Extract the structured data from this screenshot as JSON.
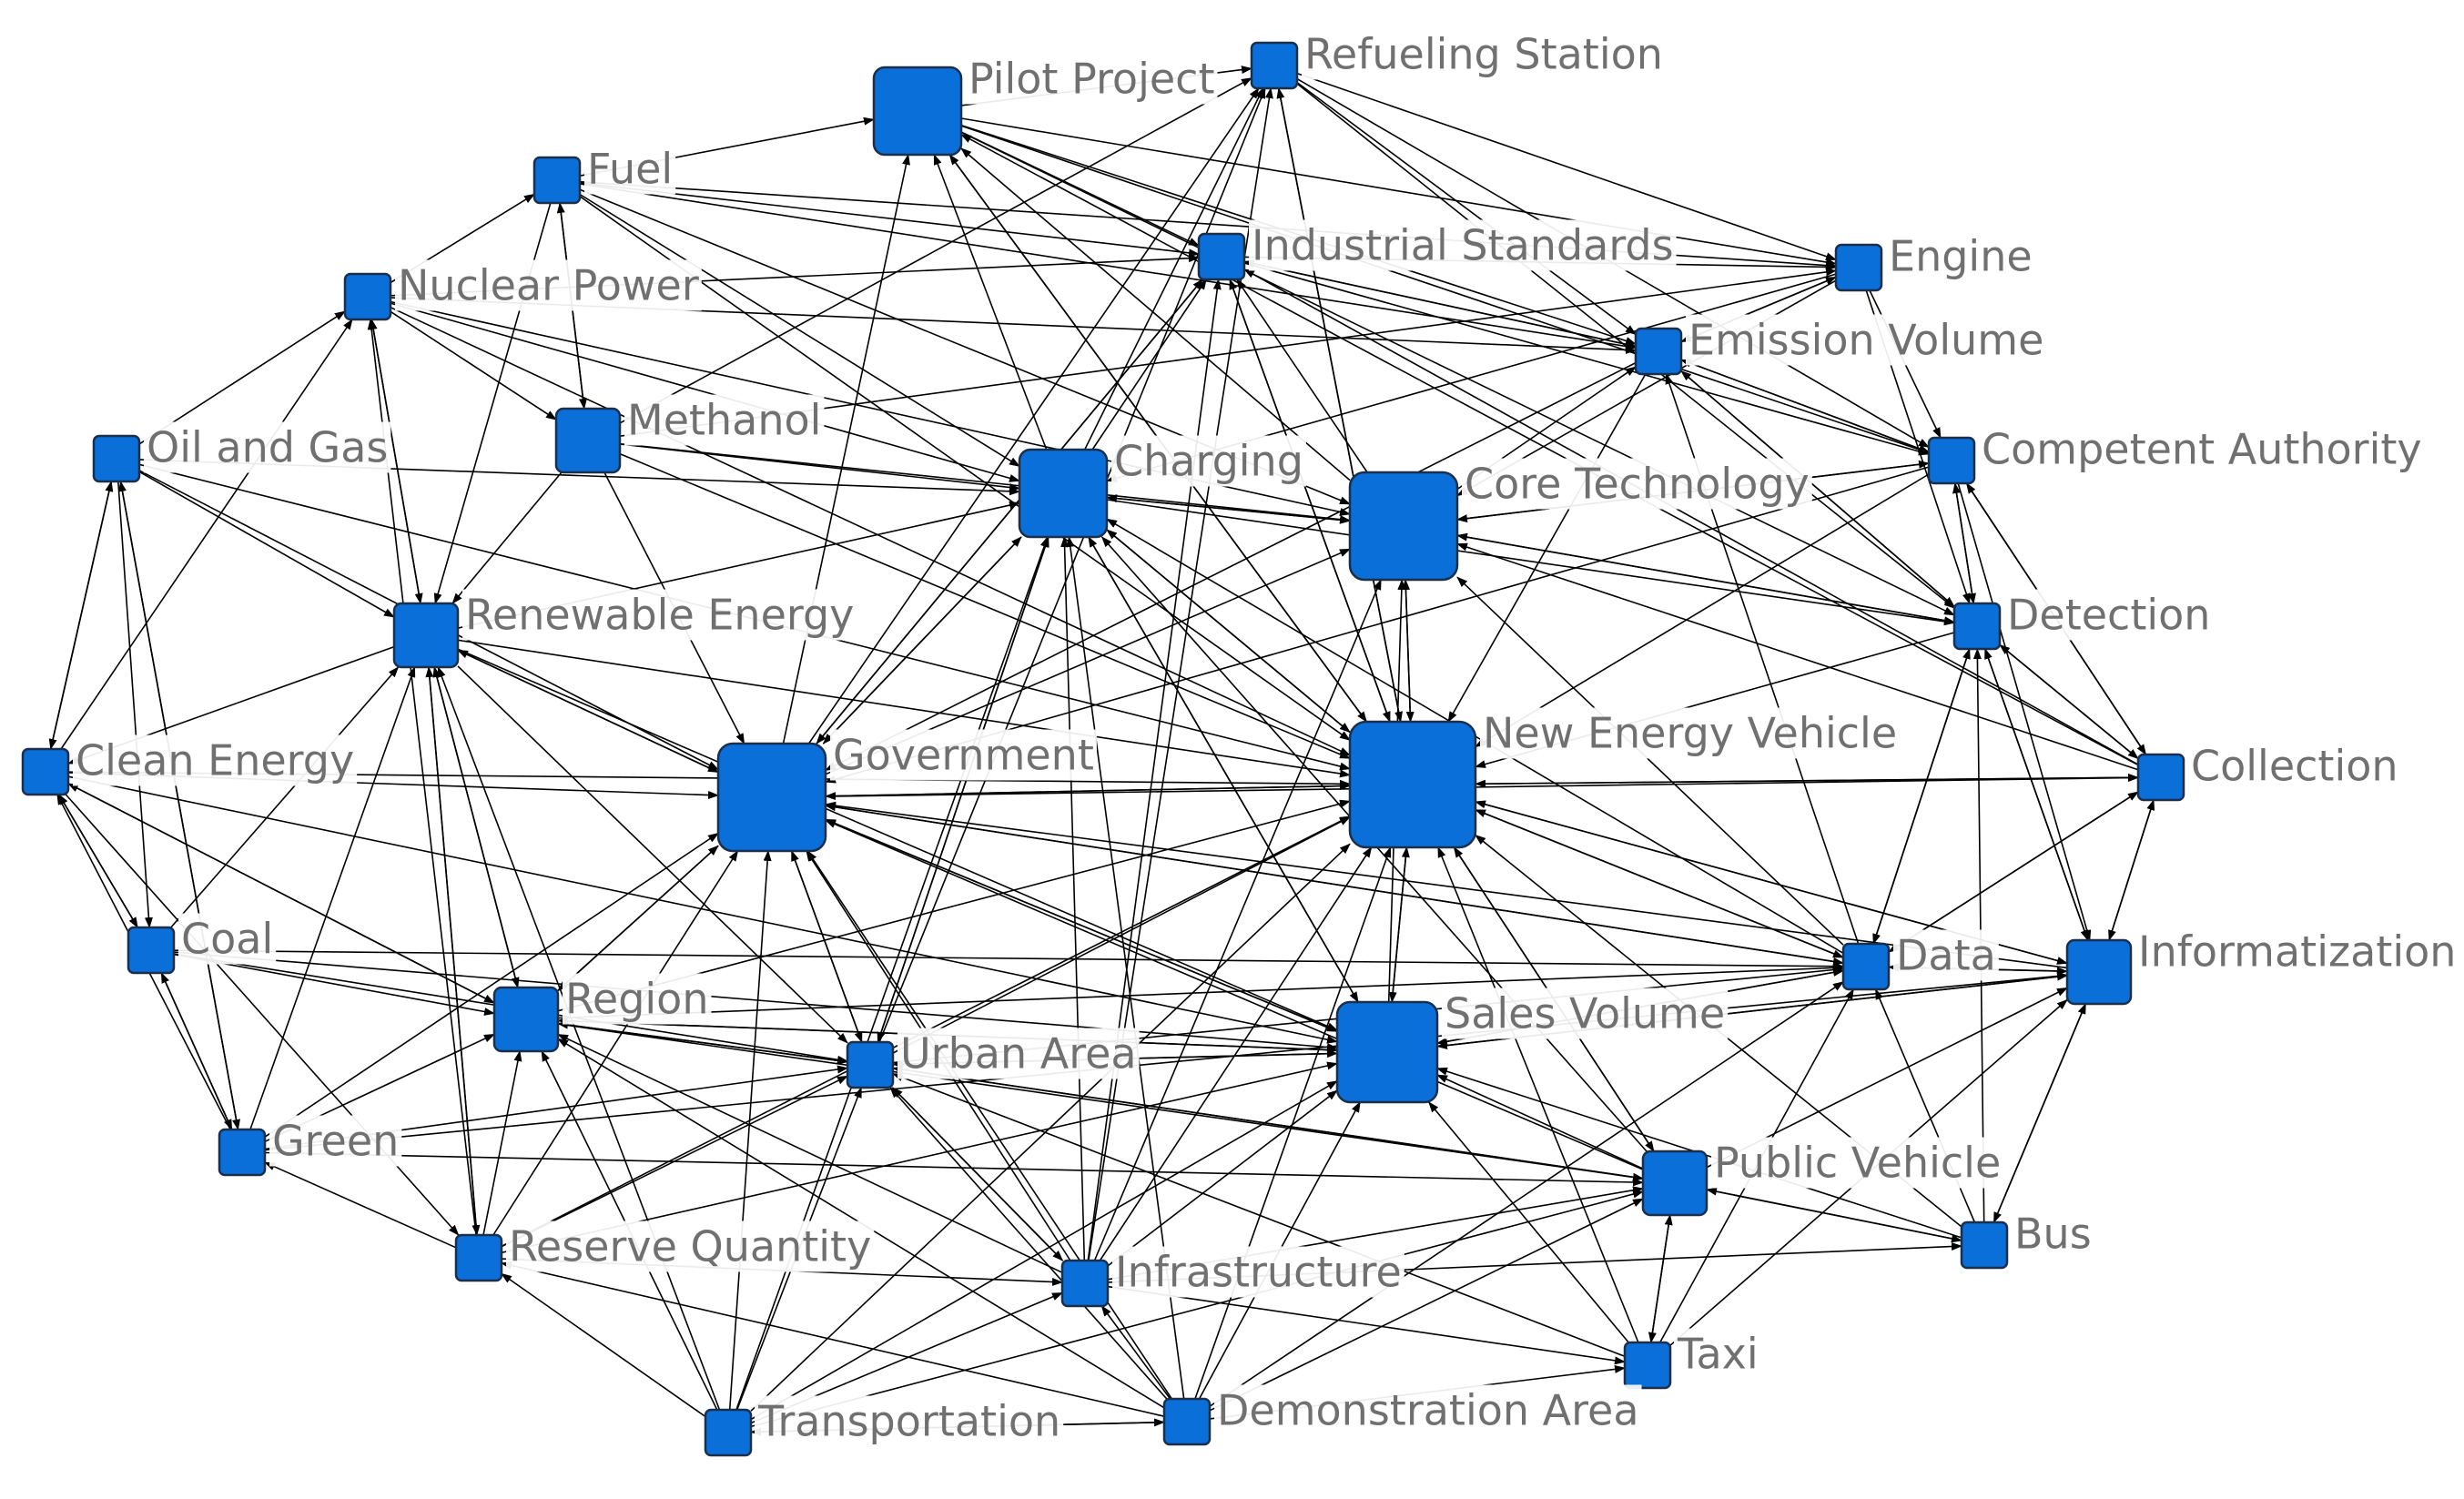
{
  "diagram": {
    "type": "directed-network",
    "node_color": "#0a6fd8",
    "edge_color": "#000000",
    "label_color": "#707070",
    "nodes": [
      {
        "id": "pilot_project",
        "label": "Pilot Project",
        "weight": 3
      },
      {
        "id": "refueling_station",
        "label": "Refueling Station",
        "weight": 1
      },
      {
        "id": "fuel",
        "label": "Fuel",
        "weight": 1
      },
      {
        "id": "industrial_standards",
        "label": "Industrial Standards",
        "weight": 1
      },
      {
        "id": "engine",
        "label": "Engine",
        "weight": 1
      },
      {
        "id": "nuclear_power",
        "label": "Nuclear Power",
        "weight": 1
      },
      {
        "id": "emission_volume",
        "label": "Emission Volume",
        "weight": 1
      },
      {
        "id": "methanol",
        "label": "Methanol",
        "weight": 2
      },
      {
        "id": "oil_and_gas",
        "label": "Oil and Gas",
        "weight": 1
      },
      {
        "id": "charging",
        "label": "Charging",
        "weight": 3
      },
      {
        "id": "core_technology",
        "label": "Core Technology",
        "weight": 5
      },
      {
        "id": "competent_authority",
        "label": "Competent Authority",
        "weight": 1
      },
      {
        "id": "renewable_energy",
        "label": "Renewable Energy",
        "weight": 2
      },
      {
        "id": "detection",
        "label": "Detection",
        "weight": 1
      },
      {
        "id": "new_energy_vehicle",
        "label": "New Energy Vehicle",
        "weight": 6
      },
      {
        "id": "clean_energy",
        "label": "Clean Energy",
        "weight": 1
      },
      {
        "id": "government",
        "label": "Government",
        "weight": 5
      },
      {
        "id": "collection",
        "label": "Collection",
        "weight": 1
      },
      {
        "id": "coal",
        "label": "Coal",
        "weight": 1
      },
      {
        "id": "data",
        "label": "Data",
        "weight": 1
      },
      {
        "id": "informatization",
        "label": "Informatization",
        "weight": 2
      },
      {
        "id": "region",
        "label": "Region",
        "weight": 2
      },
      {
        "id": "sales_volume",
        "label": "Sales Volume",
        "weight": 4
      },
      {
        "id": "urban_area",
        "label": "Urban Area",
        "weight": 1
      },
      {
        "id": "green",
        "label": "Green",
        "weight": 1
      },
      {
        "id": "public_vehicle",
        "label": "Public Vehicle",
        "weight": 2
      },
      {
        "id": "bus",
        "label": "Bus",
        "weight": 1
      },
      {
        "id": "reserve_quantity",
        "label": "Reserve Quantity",
        "weight": 1
      },
      {
        "id": "infrastructure",
        "label": "Infrastructure",
        "weight": 1
      },
      {
        "id": "taxi",
        "label": "Taxi",
        "weight": 1
      },
      {
        "id": "transportation",
        "label": "Transportation",
        "weight": 1
      },
      {
        "id": "demonstration_area",
        "label": "Demonstration Area",
        "weight": 1
      }
    ],
    "edges": [
      [
        "fuel",
        "pilot_project"
      ],
      [
        "fuel",
        "industrial_standards"
      ],
      [
        "fuel",
        "methanol"
      ],
      [
        "fuel",
        "emission_volume"
      ],
      [
        "fuel",
        "engine"
      ],
      [
        "fuel",
        "renewable_energy"
      ],
      [
        "fuel",
        "core_technology"
      ],
      [
        "pilot_project",
        "industrial_standards"
      ],
      [
        "pilot_project",
        "refueling_station"
      ],
      [
        "pilot_project",
        "engine"
      ],
      [
        "pilot_project",
        "emission_volume"
      ],
      [
        "pilot_project",
        "competent_authority"
      ],
      [
        "refueling_station",
        "engine"
      ],
      [
        "refueling_station",
        "emission_volume"
      ],
      [
        "refueling_station",
        "detection"
      ],
      [
        "refueling_station",
        "competent_authority"
      ],
      [
        "charging",
        "refueling_station"
      ],
      [
        "government",
        "refueling_station"
      ],
      [
        "new_energy_vehicle",
        "refueling_station"
      ],
      [
        "urban_area",
        "refueling_station"
      ],
      [
        "infrastructure",
        "refueling_station"
      ],
      [
        "methanol",
        "refueling_station"
      ],
      [
        "industrial_standards",
        "engine"
      ],
      [
        "industrial_standards",
        "emission_volume"
      ],
      [
        "industrial_standards",
        "competent_authority"
      ],
      [
        "nuclear_power",
        "fuel"
      ],
      [
        "nuclear_power",
        "renewable_energy"
      ],
      [
        "nuclear_power",
        "methanol"
      ],
      [
        "nuclear_power",
        "charging"
      ],
      [
        "nuclear_power",
        "new_energy_vehicle"
      ],
      [
        "nuclear_power",
        "industrial_standards"
      ],
      [
        "nuclear_power",
        "emission_volume"
      ],
      [
        "oil_and_gas",
        "nuclear_power"
      ],
      [
        "oil_and_gas",
        "clean_energy"
      ],
      [
        "oil_and_gas",
        "renewable_energy"
      ],
      [
        "oil_and_gas",
        "coal"
      ],
      [
        "oil_and_gas",
        "green"
      ],
      [
        "oil_and_gas",
        "new_energy_vehicle"
      ],
      [
        "oil_and_gas",
        "government"
      ],
      [
        "clean_energy",
        "nuclear_power"
      ],
      [
        "clean_energy",
        "oil_and_gas"
      ],
      [
        "clean_energy",
        "coal"
      ],
      [
        "clean_energy",
        "government"
      ],
      [
        "clean_energy",
        "new_energy_vehicle"
      ],
      [
        "clean_energy",
        "region"
      ],
      [
        "clean_energy",
        "reserve_quantity"
      ],
      [
        "coal",
        "green"
      ],
      [
        "coal",
        "clean_energy"
      ],
      [
        "coal",
        "region"
      ],
      [
        "coal",
        "urban_area"
      ],
      [
        "coal",
        "data"
      ],
      [
        "coal",
        "renewable_energy"
      ],
      [
        "green",
        "coal"
      ],
      [
        "green",
        "clean_energy"
      ],
      [
        "green",
        "oil_and_gas"
      ],
      [
        "green",
        "renewable_energy"
      ],
      [
        "green",
        "region"
      ],
      [
        "green",
        "public_vehicle"
      ],
      [
        "green",
        "urban_area"
      ],
      [
        "green",
        "informatization"
      ],
      [
        "reserve_quantity",
        "green"
      ],
      [
        "reserve_quantity",
        "region"
      ],
      [
        "reserve_quantity",
        "renewable_energy"
      ],
      [
        "reserve_quantity",
        "nuclear_power"
      ],
      [
        "reserve_quantity",
        "infrastructure"
      ],
      [
        "reserve_quantity",
        "government"
      ],
      [
        "reserve_quantity",
        "new_energy_vehicle"
      ],
      [
        "reserve_quantity",
        "sales_volume"
      ],
      [
        "transportation",
        "reserve_quantity"
      ],
      [
        "transportation",
        "infrastructure"
      ],
      [
        "transportation",
        "demonstration_area"
      ],
      [
        "transportation",
        "region"
      ],
      [
        "transportation",
        "urban_area"
      ],
      [
        "transportation",
        "government"
      ],
      [
        "transportation",
        "renewable_energy"
      ],
      [
        "transportation",
        "new_energy_vehicle"
      ],
      [
        "transportation",
        "public_vehicle"
      ],
      [
        "transportation",
        "charging"
      ],
      [
        "demonstration_area",
        "infrastructure"
      ],
      [
        "demonstration_area",
        "transportation"
      ],
      [
        "demonstration_area",
        "urban_area"
      ],
      [
        "demonstration_area",
        "taxi"
      ],
      [
        "demonstration_area",
        "public_vehicle"
      ],
      [
        "demonstration_area",
        "sales_volume"
      ],
      [
        "demonstration_area",
        "region"
      ],
      [
        "demonstration_area",
        "new_energy_vehicle"
      ],
      [
        "demonstration_area",
        "data"
      ],
      [
        "demonstration_area",
        "reserve_quantity"
      ],
      [
        "demonstration_area",
        "charging"
      ],
      [
        "infrastructure",
        "charging"
      ],
      [
        "infrastructure",
        "region"
      ],
      [
        "infrastructure",
        "urban_area"
      ],
      [
        "infrastructure",
        "public_vehicle"
      ],
      [
        "infrastructure",
        "bus"
      ],
      [
        "infrastructure",
        "taxi"
      ],
      [
        "infrastructure",
        "government"
      ],
      [
        "infrastructure",
        "new_energy_vehicle"
      ],
      [
        "infrastructure",
        "core_technology"
      ],
      [
        "infrastructure",
        "industrial_standards"
      ],
      [
        "taxi",
        "public_vehicle"
      ],
      [
        "taxi",
        "data"
      ],
      [
        "taxi",
        "sales_volume"
      ],
      [
        "taxi",
        "new_energy_vehicle"
      ],
      [
        "taxi",
        "informatization"
      ],
      [
        "bus",
        "public_vehicle"
      ],
      [
        "bus",
        "informatization"
      ],
      [
        "bus",
        "detection"
      ],
      [
        "bus",
        "data"
      ],
      [
        "bus",
        "new_energy_vehicle"
      ],
      [
        "public_vehicle",
        "bus"
      ],
      [
        "public_vehicle",
        "taxi"
      ],
      [
        "public_vehicle",
        "informatization"
      ],
      [
        "public_vehicle",
        "sales_volume"
      ],
      [
        "public_vehicle",
        "urban_area"
      ],
      [
        "public_vehicle",
        "government"
      ],
      [
        "public_vehicle",
        "charging"
      ],
      [
        "informatization",
        "data"
      ],
      [
        "informatization",
        "collection"
      ],
      [
        "informatization",
        "detection"
      ],
      [
        "informatization",
        "bus"
      ],
      [
        "informatization",
        "new_energy_vehicle"
      ],
      [
        "collection",
        "data"
      ],
      [
        "collection",
        "informatization"
      ],
      [
        "collection",
        "detection"
      ],
      [
        "collection",
        "competent_authority"
      ],
      [
        "collection",
        "new_energy_vehicle"
      ],
      [
        "collection",
        "industrial_standards"
      ],
      [
        "collection",
        "pilot_project"
      ],
      [
        "data",
        "collection"
      ],
      [
        "data",
        "informatization"
      ],
      [
        "data",
        "detection"
      ],
      [
        "data",
        "new_energy_vehicle"
      ],
      [
        "data",
        "core_technology"
      ],
      [
        "data",
        "government"
      ],
      [
        "data",
        "charging"
      ],
      [
        "data",
        "emission_volume"
      ],
      [
        "detection",
        "competent_authority"
      ],
      [
        "detection",
        "collection"
      ],
      [
        "detection",
        "emission_volume"
      ],
      [
        "detection",
        "data"
      ],
      [
        "detection",
        "informatization"
      ],
      [
        "competent_authority",
        "detection"
      ],
      [
        "competent_authority",
        "collection"
      ],
      [
        "competent_authority",
        "informatization"
      ],
      [
        "competent_authority",
        "emission_volume"
      ],
      [
        "competent_authority",
        "government"
      ],
      [
        "emission_volume",
        "engine"
      ],
      [
        "emission_volume",
        "competent_authority"
      ],
      [
        "emission_volume",
        "detection"
      ],
      [
        "emission_volume",
        "industrial_standards"
      ],
      [
        "emission_volume",
        "new_energy_vehicle"
      ],
      [
        "engine",
        "emission_volume"
      ],
      [
        "engine",
        "competent_authority"
      ],
      [
        "engine",
        "detection"
      ],
      [
        "engine",
        "core_technology"
      ],
      [
        "charging",
        "core_technology"
      ],
      [
        "charging",
        "new_energy_vehicle"
      ],
      [
        "charging",
        "government"
      ],
      [
        "charging",
        "industrial_standards"
      ],
      [
        "charging",
        "pilot_project"
      ],
      [
        "charging",
        "sales_volume"
      ],
      [
        "charging",
        "urban_area"
      ],
      [
        "core_technology",
        "new_energy_vehicle"
      ],
      [
        "core_technology",
        "industrial_standards"
      ],
      [
        "core_technology",
        "pilot_project"
      ],
      [
        "core_technology",
        "detection"
      ],
      [
        "core_technology",
        "emission_volume"
      ],
      [
        "core_technology",
        "charging"
      ],
      [
        "new_energy_vehicle",
        "government"
      ],
      [
        "new_energy_vehicle",
        "sales_volume"
      ],
      [
        "new_energy_vehicle",
        "core_technology"
      ],
      [
        "new_energy_vehicle",
        "charging"
      ],
      [
        "new_energy_vehicle",
        "data"
      ],
      [
        "new_energy_vehicle",
        "informatization"
      ],
      [
        "new_energy_vehicle",
        "collection"
      ],
      [
        "new_energy_vehicle",
        "public_vehicle"
      ],
      [
        "new_energy_vehicle",
        "industrial_standards"
      ],
      [
        "new_energy_vehicle",
        "pilot_project"
      ],
      [
        "government",
        "new_energy_vehicle"
      ],
      [
        "government",
        "region"
      ],
      [
        "government",
        "urban_area"
      ],
      [
        "government",
        "sales_volume"
      ],
      [
        "government",
        "charging"
      ],
      [
        "government",
        "core_technology"
      ],
      [
        "government",
        "pilot_project"
      ],
      [
        "government",
        "industrial_standards"
      ],
      [
        "government",
        "renewable_energy"
      ],
      [
        "renewable_energy",
        "government"
      ],
      [
        "renewable_energy",
        "clean_energy"
      ],
      [
        "renewable_energy",
        "region"
      ],
      [
        "renewable_energy",
        "nuclear_power"
      ],
      [
        "renewable_energy",
        "new_energy_vehicle"
      ],
      [
        "renewable_energy",
        "charging"
      ],
      [
        "renewable_energy",
        "reserve_quantity"
      ],
      [
        "methanol",
        "fuel"
      ],
      [
        "methanol",
        "renewable_energy"
      ],
      [
        "methanol",
        "new_energy_vehicle"
      ],
      [
        "methanol",
        "engine"
      ],
      [
        "methanol",
        "charging"
      ],
      [
        "methanol",
        "government"
      ],
      [
        "region",
        "urban_area"
      ],
      [
        "region",
        "government"
      ],
      [
        "region",
        "sales_volume"
      ],
      [
        "region",
        "new_energy_vehicle"
      ],
      [
        "region",
        "renewable_energy"
      ],
      [
        "region",
        "public_vehicle"
      ],
      [
        "region",
        "clean_energy"
      ],
      [
        "urban_area",
        "region"
      ],
      [
        "urban_area",
        "government"
      ],
      [
        "urban_area",
        "sales_volume"
      ],
      [
        "urban_area",
        "new_energy_vehicle"
      ],
      [
        "urban_area",
        "charging"
      ],
      [
        "urban_area",
        "public_vehicle"
      ],
      [
        "urban_area",
        "infrastructure"
      ],
      [
        "sales_volume",
        "new_energy_vehicle"
      ],
      [
        "sales_volume",
        "government"
      ],
      [
        "sales_volume",
        "region"
      ],
      [
        "sales_volume",
        "urban_area"
      ],
      [
        "sales_volume",
        "data"
      ],
      [
        "sales_volume",
        "informatization"
      ],
      [
        "sales_volume",
        "core_technology"
      ],
      [
        "sales_volume",
        "charging"
      ],
      [
        "oil_and_gas",
        "charging"
      ],
      [
        "nuclear_power",
        "core_technology"
      ],
      [
        "coal",
        "sales_volume"
      ],
      [
        "green",
        "government"
      ],
      [
        "reserve_quantity",
        "urban_area"
      ],
      [
        "transportation",
        "sales_volume"
      ],
      [
        "infrastructure",
        "sales_volume"
      ],
      [
        "detection",
        "new_energy_vehicle"
      ],
      [
        "detection",
        "core_technology"
      ],
      [
        "collection",
        "core_technology"
      ],
      [
        "emission_volume",
        "government"
      ],
      [
        "engine",
        "charging"
      ],
      [
        "fuel",
        "charging"
      ],
      [
        "fuel",
        "new_energy_vehicle"
      ],
      [
        "industrial_standards",
        "new_energy_vehicle"
      ],
      [
        "industrial_standards",
        "government"
      ],
      [
        "refueling_station",
        "new_energy_vehicle"
      ],
      [
        "renewable_energy",
        "sales_volume"
      ],
      [
        "renewable_energy",
        "urban_area"
      ],
      [
        "methanol",
        "core_technology"
      ],
      [
        "public_vehicle",
        "new_energy_vehicle"
      ],
      [
        "informatization",
        "sales_volume"
      ],
      [
        "bus",
        "sales_volume"
      ],
      [
        "taxi",
        "urban_area"
      ],
      [
        "demonstration_area",
        "government"
      ],
      [
        "clean_energy",
        "sales_volume"
      ],
      [
        "competent_authority",
        "new_energy_vehicle"
      ],
      [
        "competent_authority",
        "core_technology"
      ],
      [
        "data",
        "sales_volume"
      ],
      [
        "informatization",
        "government"
      ],
      [
        "urban_area",
        "data"
      ],
      [
        "region",
        "data"
      ],
      [
        "government",
        "data"
      ],
      [
        "government",
        "collection"
      ],
      [
        "charging",
        "detection"
      ],
      [
        "core_technology",
        "competent_authority"
      ],
      [
        "pilot_project",
        "new_energy_vehicle"
      ],
      [
        "pilot_project",
        "detection"
      ]
    ]
  }
}
